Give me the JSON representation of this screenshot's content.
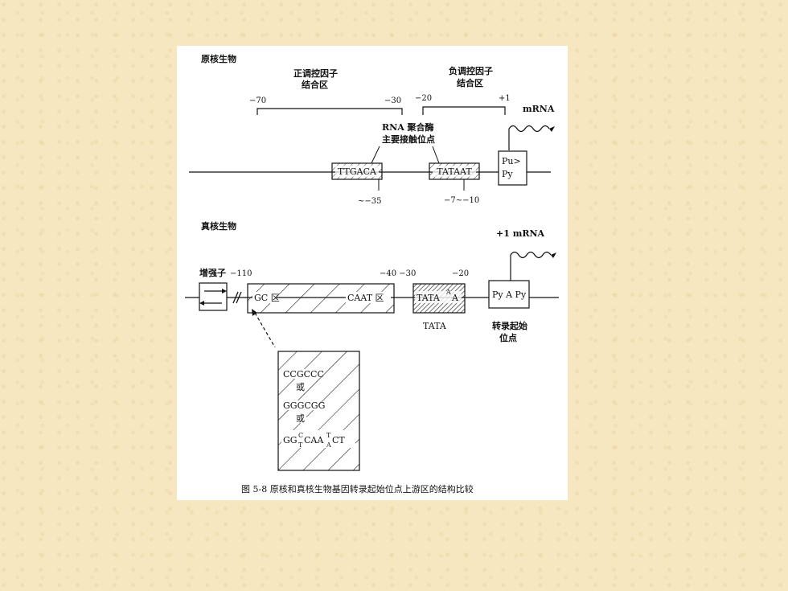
{
  "prokaryote": {
    "title": "原核生物",
    "positive_region": {
      "line1": "正调控因子",
      "line2": "结合区"
    },
    "negative_region": {
      "line1": "负调控因子",
      "line2": "结合区"
    },
    "pos_minus70": "−70",
    "pos_minus30": "−30",
    "pos_minus20": "−20",
    "pos_plus1": "+1",
    "mrna": "mRNA",
    "rna_pol": {
      "line1": "RNA 聚合酶",
      "line2": "主要接触位点"
    },
    "box35": "TTGACA",
    "box10": "TATAAT",
    "start_box": {
      "line1": "Pu>",
      "line2": "Py"
    },
    "pos_minus35": "~−35",
    "pos_minus7_10": "−7~−10"
  },
  "eukaryote": {
    "title": "真核生物",
    "plus1_mrna": "+1  mRNA",
    "enhancer": "增强子",
    "pos_minus110": "−110",
    "pos_minus40_30": "−40 −30",
    "pos_minus20": "−20",
    "gc_region": "GC 区",
    "caat_region": "CAAT 区",
    "tata_box": "TATA",
    "tata_sup": "A",
    "tata_end": "A",
    "tata_label": "TATA",
    "start_box": "Py A Py",
    "start_label": {
      "line1": "转录起始",
      "line2": "位点"
    },
    "detail": {
      "line1": "CCGCCC",
      "or1": "或",
      "line2": "GGGCGG",
      "or2": "或",
      "line3a": "GG",
      "line3_sup1": "C",
      "line3_sub1": "T",
      "line3b": "CAA",
      "line3_sup2": "T",
      "line3_sub2": "A",
      "line3c": "CT"
    }
  },
  "caption": "图 5-8   原核和真核生物基因转录起始位点上游区的结构比较"
}
